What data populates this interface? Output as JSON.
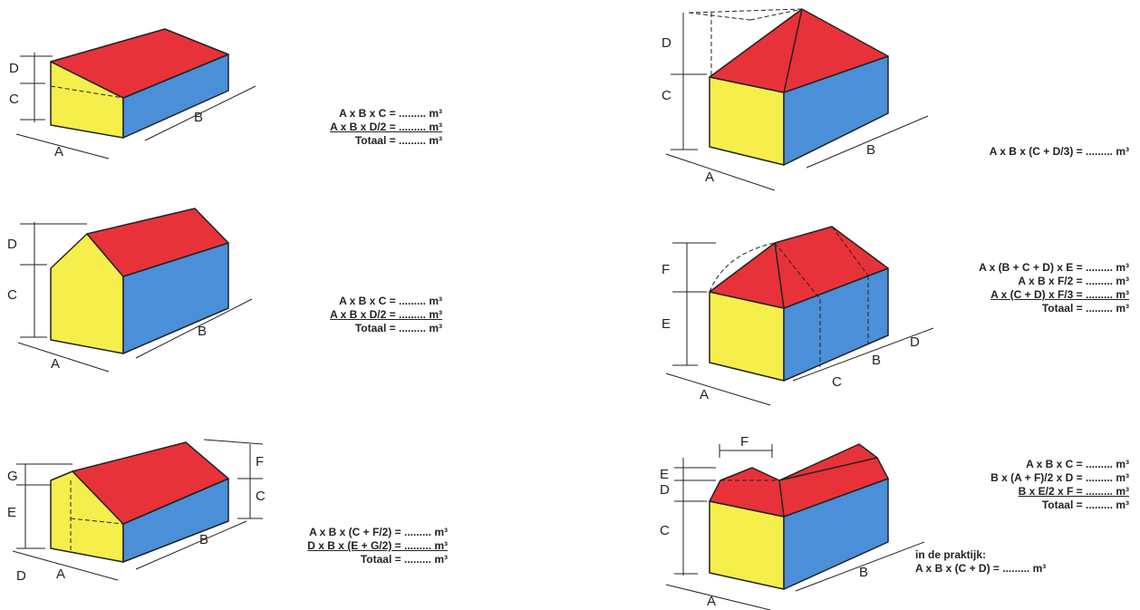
{
  "houses": [
    {
      "id": "flat-roof-slanted",
      "labels": [
        "A",
        "B",
        "C",
        "D"
      ],
      "formula_lines": [
        "A x B x C   = ......... m³",
        "A x B x D/2 = ......... m³",
        "Totaal = ......... m³"
      ]
    },
    {
      "id": "gable-roof",
      "labels": [
        "A",
        "B",
        "C",
        "D"
      ],
      "formula_lines": [
        "A x B x C   = ......... m³",
        "A x B x D/2 = ......... m³",
        "Totaal = ......... m³"
      ]
    },
    {
      "id": "asymmetric-gable",
      "labels": [
        "A",
        "B",
        "C",
        "D",
        "E",
        "F",
        "G"
      ],
      "formula_lines": [
        "A x B x (C + F/2) = ......... m³",
        "D x B x (E + G/2) = ......... m³",
        "Totaal = ......... m³"
      ]
    },
    {
      "id": "pyramid-roof",
      "labels": [
        "A",
        "B",
        "C",
        "D"
      ],
      "formula_lines": [
        "A x B x (C + D/3) = ......... m³"
      ]
    },
    {
      "id": "hip-roof",
      "labels": [
        "A",
        "B",
        "C",
        "D",
        "E",
        "F"
      ],
      "formula_lines": [
        "A x (B + C + D) x E = ......... m³",
        "A x B x F/2 = ......... m³",
        "A x (C + D) x F/3 = ......... m³",
        "Totaal = ......... m³"
      ]
    },
    {
      "id": "mansard-roof",
      "labels": [
        "A",
        "B",
        "C",
        "D",
        "E",
        "F"
      ],
      "formula_lines": [
        "A x B x C = ......... m³",
        "B x (A + F)/2 x D = ......... m³",
        "B x E/2 x F = ......... m³",
        "Totaal = ......... m³"
      ],
      "note": "in de praktijk:",
      "note_formula": "A x B x (C + D) = ......... m³"
    }
  ],
  "colors": {
    "roof": "#e8323a",
    "front": "#f6ee4a",
    "side": "#4a8fd8"
  }
}
